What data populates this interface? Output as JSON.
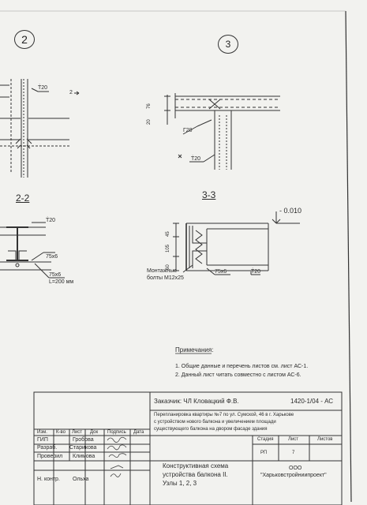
{
  "nodes": {
    "node2": "2",
    "node3": "3"
  },
  "sections": {
    "s22": "2-2",
    "s33": "3-3"
  },
  "labels": {
    "n2_plate": "Ṫ20",
    "n2_mark": "2",
    "n3_d20": "20",
    "n3_d76": "76",
    "n3_g20": "Г20",
    "n3_t20": "Ṫ20",
    "s22_t20": "Ṫ20",
    "s22_angle": "75x6",
    "s22_angle2": "75x6",
    "s22_len": "L=200 мм",
    "s33_level": "- 0.010",
    "s33_d45": "45",
    "s33_d105": "105",
    "s33_d60": "60",
    "s33_angle": "75x6",
    "s33_t20": "Ṫ20",
    "s33_bolts1": "Монтажные",
    "s33_bolts2": "болты М12х25"
  },
  "notes": {
    "title": "Примечания:",
    "items": [
      "1. Общие данные и перечень листов см. лист АС-1.",
      "2. Данный лист читать совместно с листом АС-6."
    ]
  },
  "title_block": {
    "customer": "Заказчик: ЧЛ Кловацкий Ф.В.",
    "doc_code": "1420-1/04 - АС",
    "description": [
      "Перепланировка квартиры №7 по ул. Сумской, 46 в г. Харькове",
      "с устройством нового балкона и увеличением площади",
      "существующего балкона на двором фасаде здания"
    ],
    "col_headers": [
      "Изм.",
      "К-во",
      "Лист",
      "Док",
      "Подпись",
      "Дата"
    ],
    "staff": [
      {
        "role": "ГИП",
        "name": "Гробова"
      },
      {
        "role": "Разраб.",
        "name": "Старикова"
      },
      {
        "role": "Проверил",
        "name": "Климова"
      },
      {
        "role": "Н. контр.",
        "name": "Ольха"
      }
    ],
    "sheet_title": [
      "Конструктивная схема",
      "устройства балкона II.",
      "Узлы 1, 2, 3"
    ],
    "stage_header": "Стадия",
    "sheet_header": "Лист",
    "sheets_header": "Листов",
    "stage_value": "РП",
    "sheet_value": "7",
    "org_line1": "ООО",
    "org_line2": "\"Харьковстройниипроект\""
  }
}
